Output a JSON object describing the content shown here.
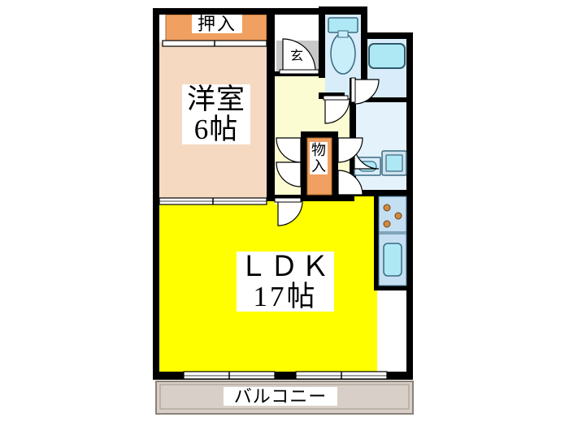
{
  "document": {
    "type": "japanese-floor-plan",
    "title": "間取り図"
  },
  "palette": {
    "wall": "#000000",
    "ldk_floor": "#ffff00",
    "room_floor": "#f5d9c0",
    "closet_fill": "#f0a060",
    "hall_floor": "#fcfcd2",
    "genkan_floor": "#c8c8c8",
    "water_area": "#d8ecfa",
    "fixture_fill": "#aee8f5",
    "balcony_floor": "#d8d0c8",
    "door_fill": "#ffffff",
    "outline": "#404040"
  },
  "rooms": [
    {
      "id": "oshiire",
      "name": "押入",
      "label": "押入",
      "kind": "closet",
      "fill": "#f0a060"
    },
    {
      "id": "yoshitsu",
      "name": "洋室",
      "label_line1": "洋室",
      "label_line2": "6帖",
      "size": "6帖",
      "kind": "western-room",
      "fill": "#f5d9c0"
    },
    {
      "id": "ldk",
      "name": "LDK",
      "label_line1": "ＬＤＫ",
      "label_line2": "17帖",
      "size": "17帖",
      "kind": "living-dining-kitchen",
      "fill": "#ffff00"
    },
    {
      "id": "monoire",
      "name": "物入",
      "label_line1": "物",
      "label_line2": "入",
      "kind": "storage",
      "fill": "#f0a060"
    },
    {
      "id": "genkan",
      "name": "玄関",
      "label": "玄",
      "kind": "entrance",
      "fill": "#c8c8c8"
    },
    {
      "id": "balcony",
      "name": "バルコニー",
      "label": "バルコニー",
      "kind": "balcony",
      "fill": "#d8d0c8"
    },
    {
      "id": "toilet",
      "name": "トイレ",
      "kind": "toilet",
      "fill": "#d8ecfa"
    },
    {
      "id": "bath",
      "name": "浴室",
      "kind": "bathroom",
      "fill": "#d8ecfa"
    },
    {
      "id": "washroom",
      "name": "洗面脱衣室",
      "kind": "washroom",
      "fill": "#d8ecfa"
    },
    {
      "id": "kitchen",
      "name": "キッチン",
      "kind": "kitchen",
      "fill": "#d8ecfa"
    },
    {
      "id": "hallway",
      "name": "廊下",
      "kind": "corridor",
      "fill": "#fcfcd2"
    }
  ],
  "fixtures": [
    {
      "id": "toilet-bowl",
      "name": "便器",
      "icon": "toilet-icon"
    },
    {
      "id": "bathtub",
      "name": "浴槽",
      "icon": "bathtub-icon"
    },
    {
      "id": "washbasin",
      "name": "洗面台",
      "icon": "washbasin-icon"
    },
    {
      "id": "washing-machine",
      "name": "洗濯機置場",
      "icon": "washing-machine-icon"
    },
    {
      "id": "stove",
      "name": "コンロ",
      "icon": "stove-icon",
      "burners": 3
    },
    {
      "id": "sink",
      "name": "シンク",
      "icon": "sink-icon"
    }
  ],
  "doors": [
    {
      "id": "entrance-door",
      "name": "玄関ドア",
      "type": "swing"
    },
    {
      "id": "toilet-door",
      "name": "トイレドア",
      "type": "swing"
    },
    {
      "id": "bath-door",
      "name": "浴室ドア",
      "type": "swing"
    },
    {
      "id": "washroom-door",
      "name": "洗面室ドア",
      "type": "swing"
    },
    {
      "id": "hall-to-ldk-door",
      "name": "廊下ドア",
      "type": "swing"
    },
    {
      "id": "monoire-door-left",
      "name": "物入扉",
      "type": "swing"
    },
    {
      "id": "monoire-door-right",
      "name": "物入扉",
      "type": "swing"
    },
    {
      "id": "yoshitsu-sliding-door",
      "name": "洋室引戸",
      "type": "sliding"
    },
    {
      "id": "oshiire-sliding-door",
      "name": "押入引戸",
      "type": "sliding"
    },
    {
      "id": "balcony-sliding-door-1",
      "name": "掃き出し窓",
      "type": "sliding"
    },
    {
      "id": "balcony-sliding-door-2",
      "name": "掃き出し窓",
      "type": "sliding"
    }
  ]
}
